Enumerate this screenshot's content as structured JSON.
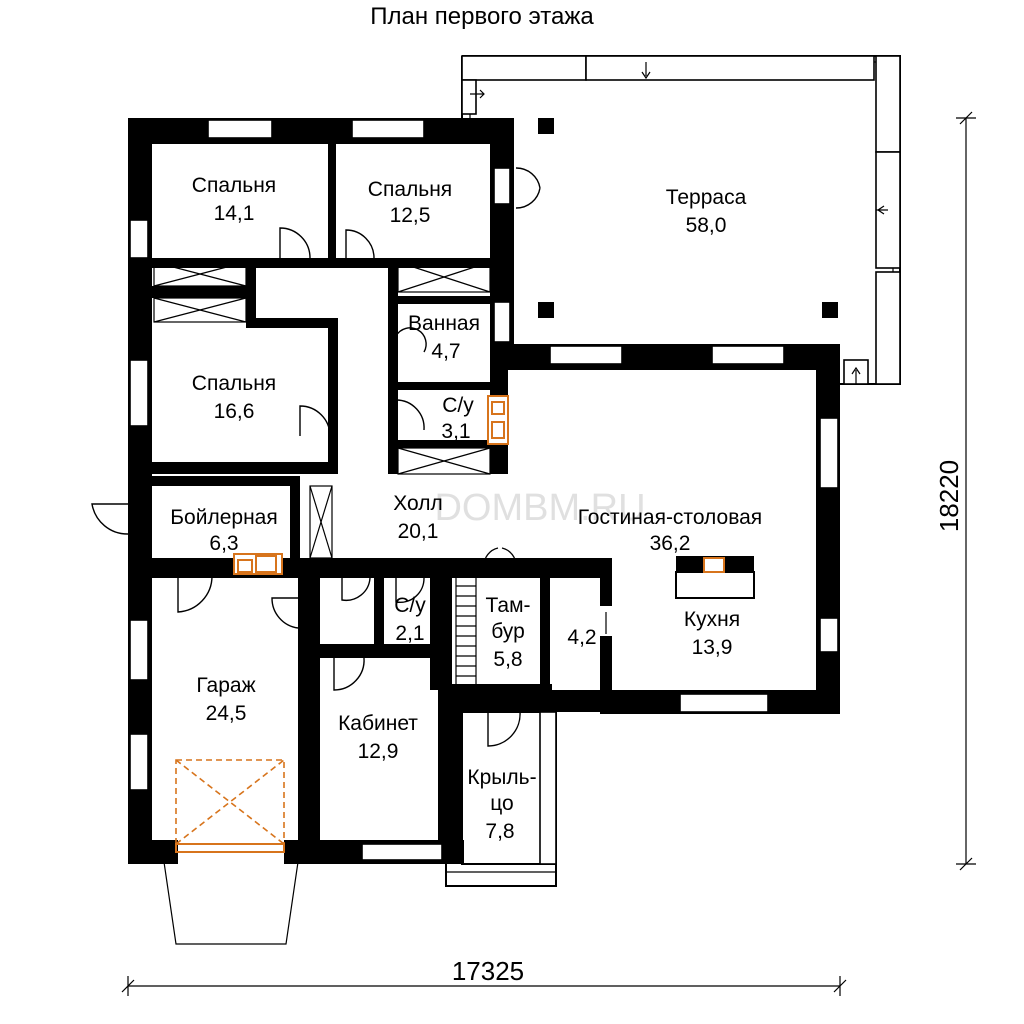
{
  "title": "План первого этажа",
  "watermark": "DOMBM.RU",
  "dimensions": {
    "width": "17325",
    "height": "18220"
  },
  "rooms": [
    {
      "name": "Спальня",
      "area": "14,1"
    },
    {
      "name": "Спальня",
      "area": "12,5"
    },
    {
      "name": "Терраса",
      "area": "58,0"
    },
    {
      "name": "Ванная",
      "area": "4,7"
    },
    {
      "name": "Спальня",
      "area": "16,6"
    },
    {
      "name": "С/у",
      "area": "3,1"
    },
    {
      "name": "Холл",
      "area": "20,1"
    },
    {
      "name": "Гостиная-столовая",
      "area": "36,2"
    },
    {
      "name": "Бойлерная",
      "area": "6,3"
    },
    {
      "name": "С/у",
      "area": "2,1"
    },
    {
      "name": "Там-",
      "name2": "бур",
      "area": "5,8"
    },
    {
      "name": "",
      "area": "4,2"
    },
    {
      "name": "Кухня",
      "area": "13,9"
    },
    {
      "name": "Гараж",
      "area": "24,5"
    },
    {
      "name": "Кабинет",
      "area": "12,9"
    },
    {
      "name": "Крыль-",
      "name2": "цо",
      "area": "7,8"
    }
  ],
  "colors": {
    "wall": "#000000",
    "accent": "#d7741c",
    "watermark": "#c8c8c8"
  }
}
